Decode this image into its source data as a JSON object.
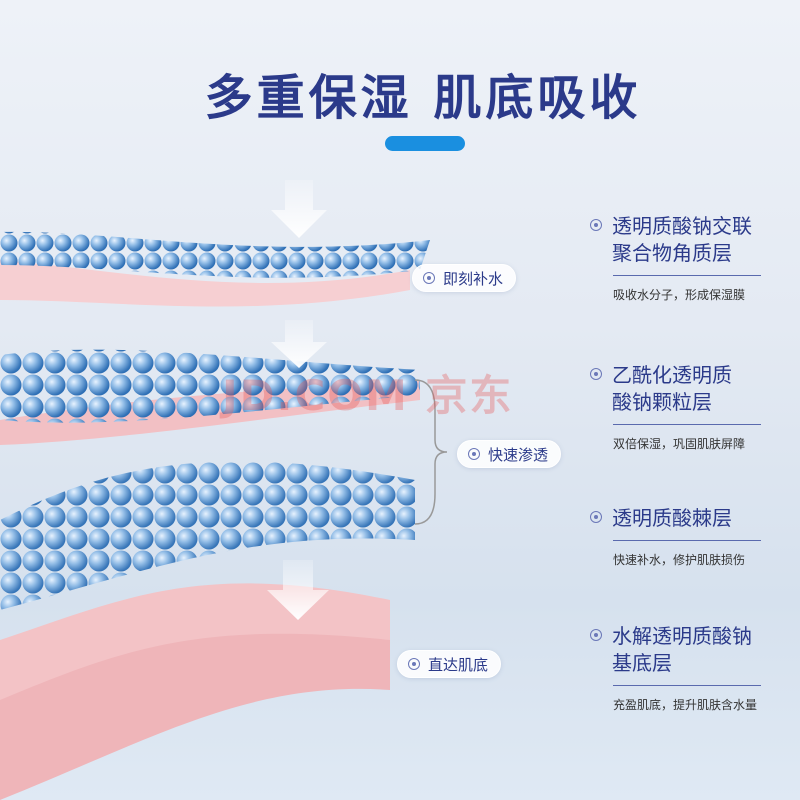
{
  "title": "多重保湿 肌底吸收",
  "watermark": "JD.COM 京东",
  "tags": [
    "即刻补水",
    "快速渗透",
    "直达肌底"
  ],
  "layers": [
    {
      "title_lines": [
        "透明质酸钠交联",
        "聚合物角质层"
      ],
      "desc": "吸收水分子，形成保湿膜"
    },
    {
      "title_lines": [
        "乙酰化透明质",
        "酸钠颗粒层"
      ],
      "desc": "双倍保湿，巩固肌肤屏障"
    },
    {
      "title_lines": [
        "透明质酸棘层"
      ],
      "desc": "快速补水，修护肌肤损伤"
    },
    {
      "title_lines": [
        "水解透明质酸钠",
        "基底层"
      ],
      "desc": "充盈肌底，提升肌肤含水量"
    }
  ],
  "colors": {
    "title": "#2b3a8a",
    "accent": "#1a8fe0",
    "skin": "#f4c6c8",
    "bubble": "#4f8fd0"
  }
}
